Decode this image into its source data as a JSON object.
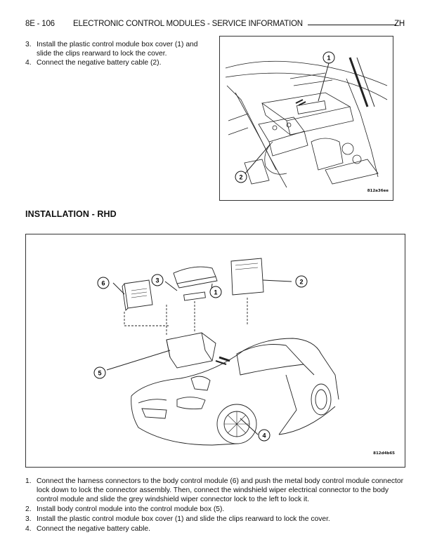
{
  "header": {
    "page_number": "8E - 106",
    "title": "ELECTRONIC CONTROL MODULES - SERVICE INFORMATION",
    "code": "ZH"
  },
  "top_steps": [
    {
      "num": "3.",
      "text": "Install the plastic control module box cover (1) and slide the clips rearward to lock the cover."
    },
    {
      "num": "4.",
      "text": "Connect the negative battery cable (2)."
    }
  ],
  "figure1": {
    "code": "812a36ee",
    "callouts": [
      "1",
      "2"
    ]
  },
  "section_title": "INSTALLATION - RHD",
  "figure2": {
    "code": "812d4b65",
    "callouts": [
      "1",
      "2",
      "3",
      "4",
      "5",
      "6"
    ]
  },
  "bottom_steps": [
    {
      "num": "1.",
      "text": "Connect the harness connectors to the body control module (6) and push the metal body control module connector lock down to lock the connector assembly. Then, connect the windshield wiper electrical connector to the body control module and slide the grey windshield wiper connector lock to the left to lock it."
    },
    {
      "num": "2.",
      "text": "Install body control module into the control module box (5)."
    },
    {
      "num": "3.",
      "text": "Install the plastic control module box cover (1) and slide the clips rearward to lock the cover."
    },
    {
      "num": "4.",
      "text": "Connect the negative battery cable."
    }
  ]
}
